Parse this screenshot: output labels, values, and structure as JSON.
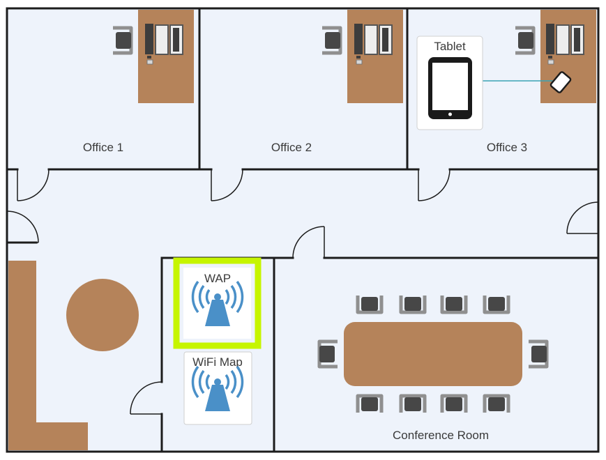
{
  "rooms": {
    "office1": "Office 1",
    "office2": "Office 2",
    "office3": "Office 3",
    "conference": "Conference Room"
  },
  "devices": {
    "tablet": "Tablet",
    "wap": "WAP",
    "wifi_map": "WiFi Map"
  },
  "colors": {
    "floor": "#eef3fb",
    "wall": "#1c1c1c",
    "wood": "#b5835a",
    "highlight": "#c6f500",
    "signal": "#4a90c8",
    "link": "#3aa3b5"
  }
}
